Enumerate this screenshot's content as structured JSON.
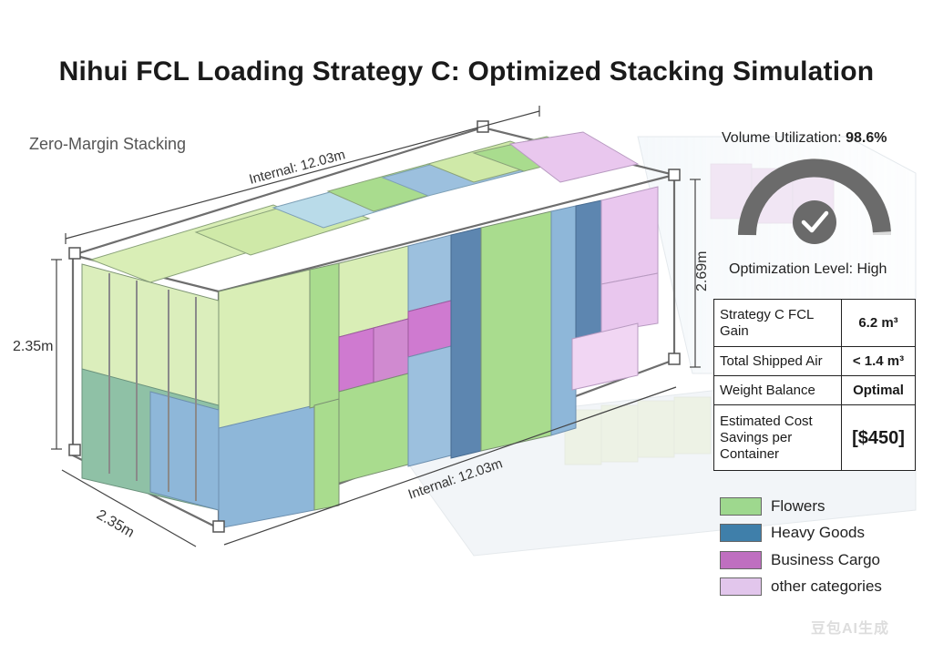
{
  "title": "Nihui FCL Loading Strategy C: Optimized Stacking Simulation",
  "subtitle": "Zero-Margin Stacking",
  "dimensions": {
    "top_length": "Internal: 12.03m",
    "bottom_length": "Internal: 12.03m",
    "height_left": "2.35m",
    "height_right": "2.69m",
    "width": "2.35m"
  },
  "gauge": {
    "label": "Volume Utilization:",
    "value": "98.6%",
    "fill_fraction": 0.986,
    "optimization_label": "Optimization Level: High"
  },
  "stats": [
    {
      "label": "Strategy C FCL Gain",
      "value": "6.2 m³"
    },
    {
      "label": "Total Shipped Air",
      "value": "< 1.4 m³"
    },
    {
      "label": "Weight Balance",
      "value": "Optimal"
    },
    {
      "label": "Estimated Cost Savings per Container",
      "value": "[$450]"
    }
  ],
  "legend": [
    {
      "label": "Flowers",
      "color": "#9ed88e"
    },
    {
      "label": "Heavy Goods",
      "color": "#3f7faa"
    },
    {
      "label": "Business Cargo",
      "color": "#bf6fc0"
    },
    {
      "label": "other categories",
      "color": "#e2c6ec"
    }
  ],
  "colors": {
    "flowers_light": "#d9eeb6",
    "flowers": "#a9dc8e",
    "heavy": "#5d93c2",
    "heavy_light": "#9cc0de",
    "business": "#cf7ad0",
    "other": "#e9c7ee",
    "frame": "#777777"
  },
  "watermark": "豆包AI生成"
}
